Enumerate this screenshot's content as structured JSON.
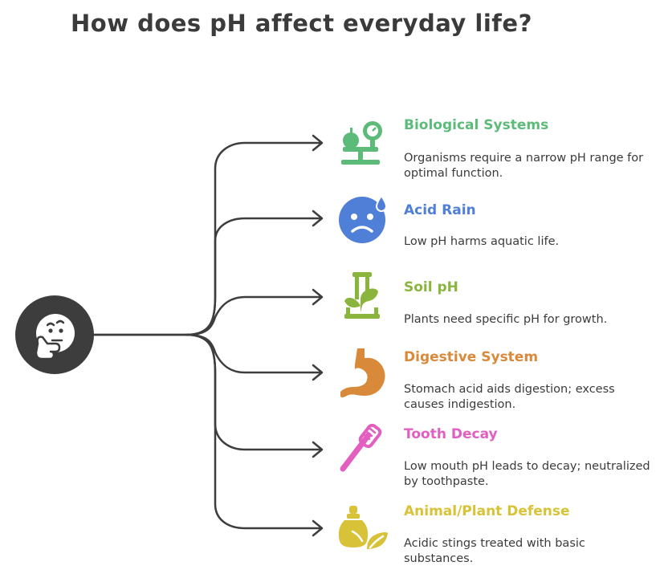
{
  "title": "How does pH affect everyday life?",
  "hub": {
    "icon": "thinking-face-icon"
  },
  "items": [
    {
      "title": "Biological Systems",
      "description": "Organisms require a narrow pH range for optimal function.",
      "color": "#5dbb7a",
      "icon": "apple-scale-icon"
    },
    {
      "title": "Acid Rain",
      "description": "Low pH harms aquatic life.",
      "color": "#4f7fd6",
      "icon": "sad-face-icon"
    },
    {
      "title": "Soil pH",
      "description": "Plants need specific pH for growth.",
      "color": "#8ab53d",
      "icon": "plant-test-tube-icon"
    },
    {
      "title": "Digestive System",
      "description": "Stomach acid aids digestion; excess causes indigestion.",
      "color": "#d9893a",
      "icon": "stomach-icon"
    },
    {
      "title": "Tooth Decay",
      "description": "Low mouth pH leads to decay; neutralized by toothpaste.",
      "color": "#e25fc0",
      "icon": "toothbrush-icon"
    },
    {
      "title": "Animal/Plant Defense",
      "description": "Acidic stings treated with basic substances.",
      "color": "#d7c238",
      "icon": "sting-remedy-icon"
    }
  ]
}
